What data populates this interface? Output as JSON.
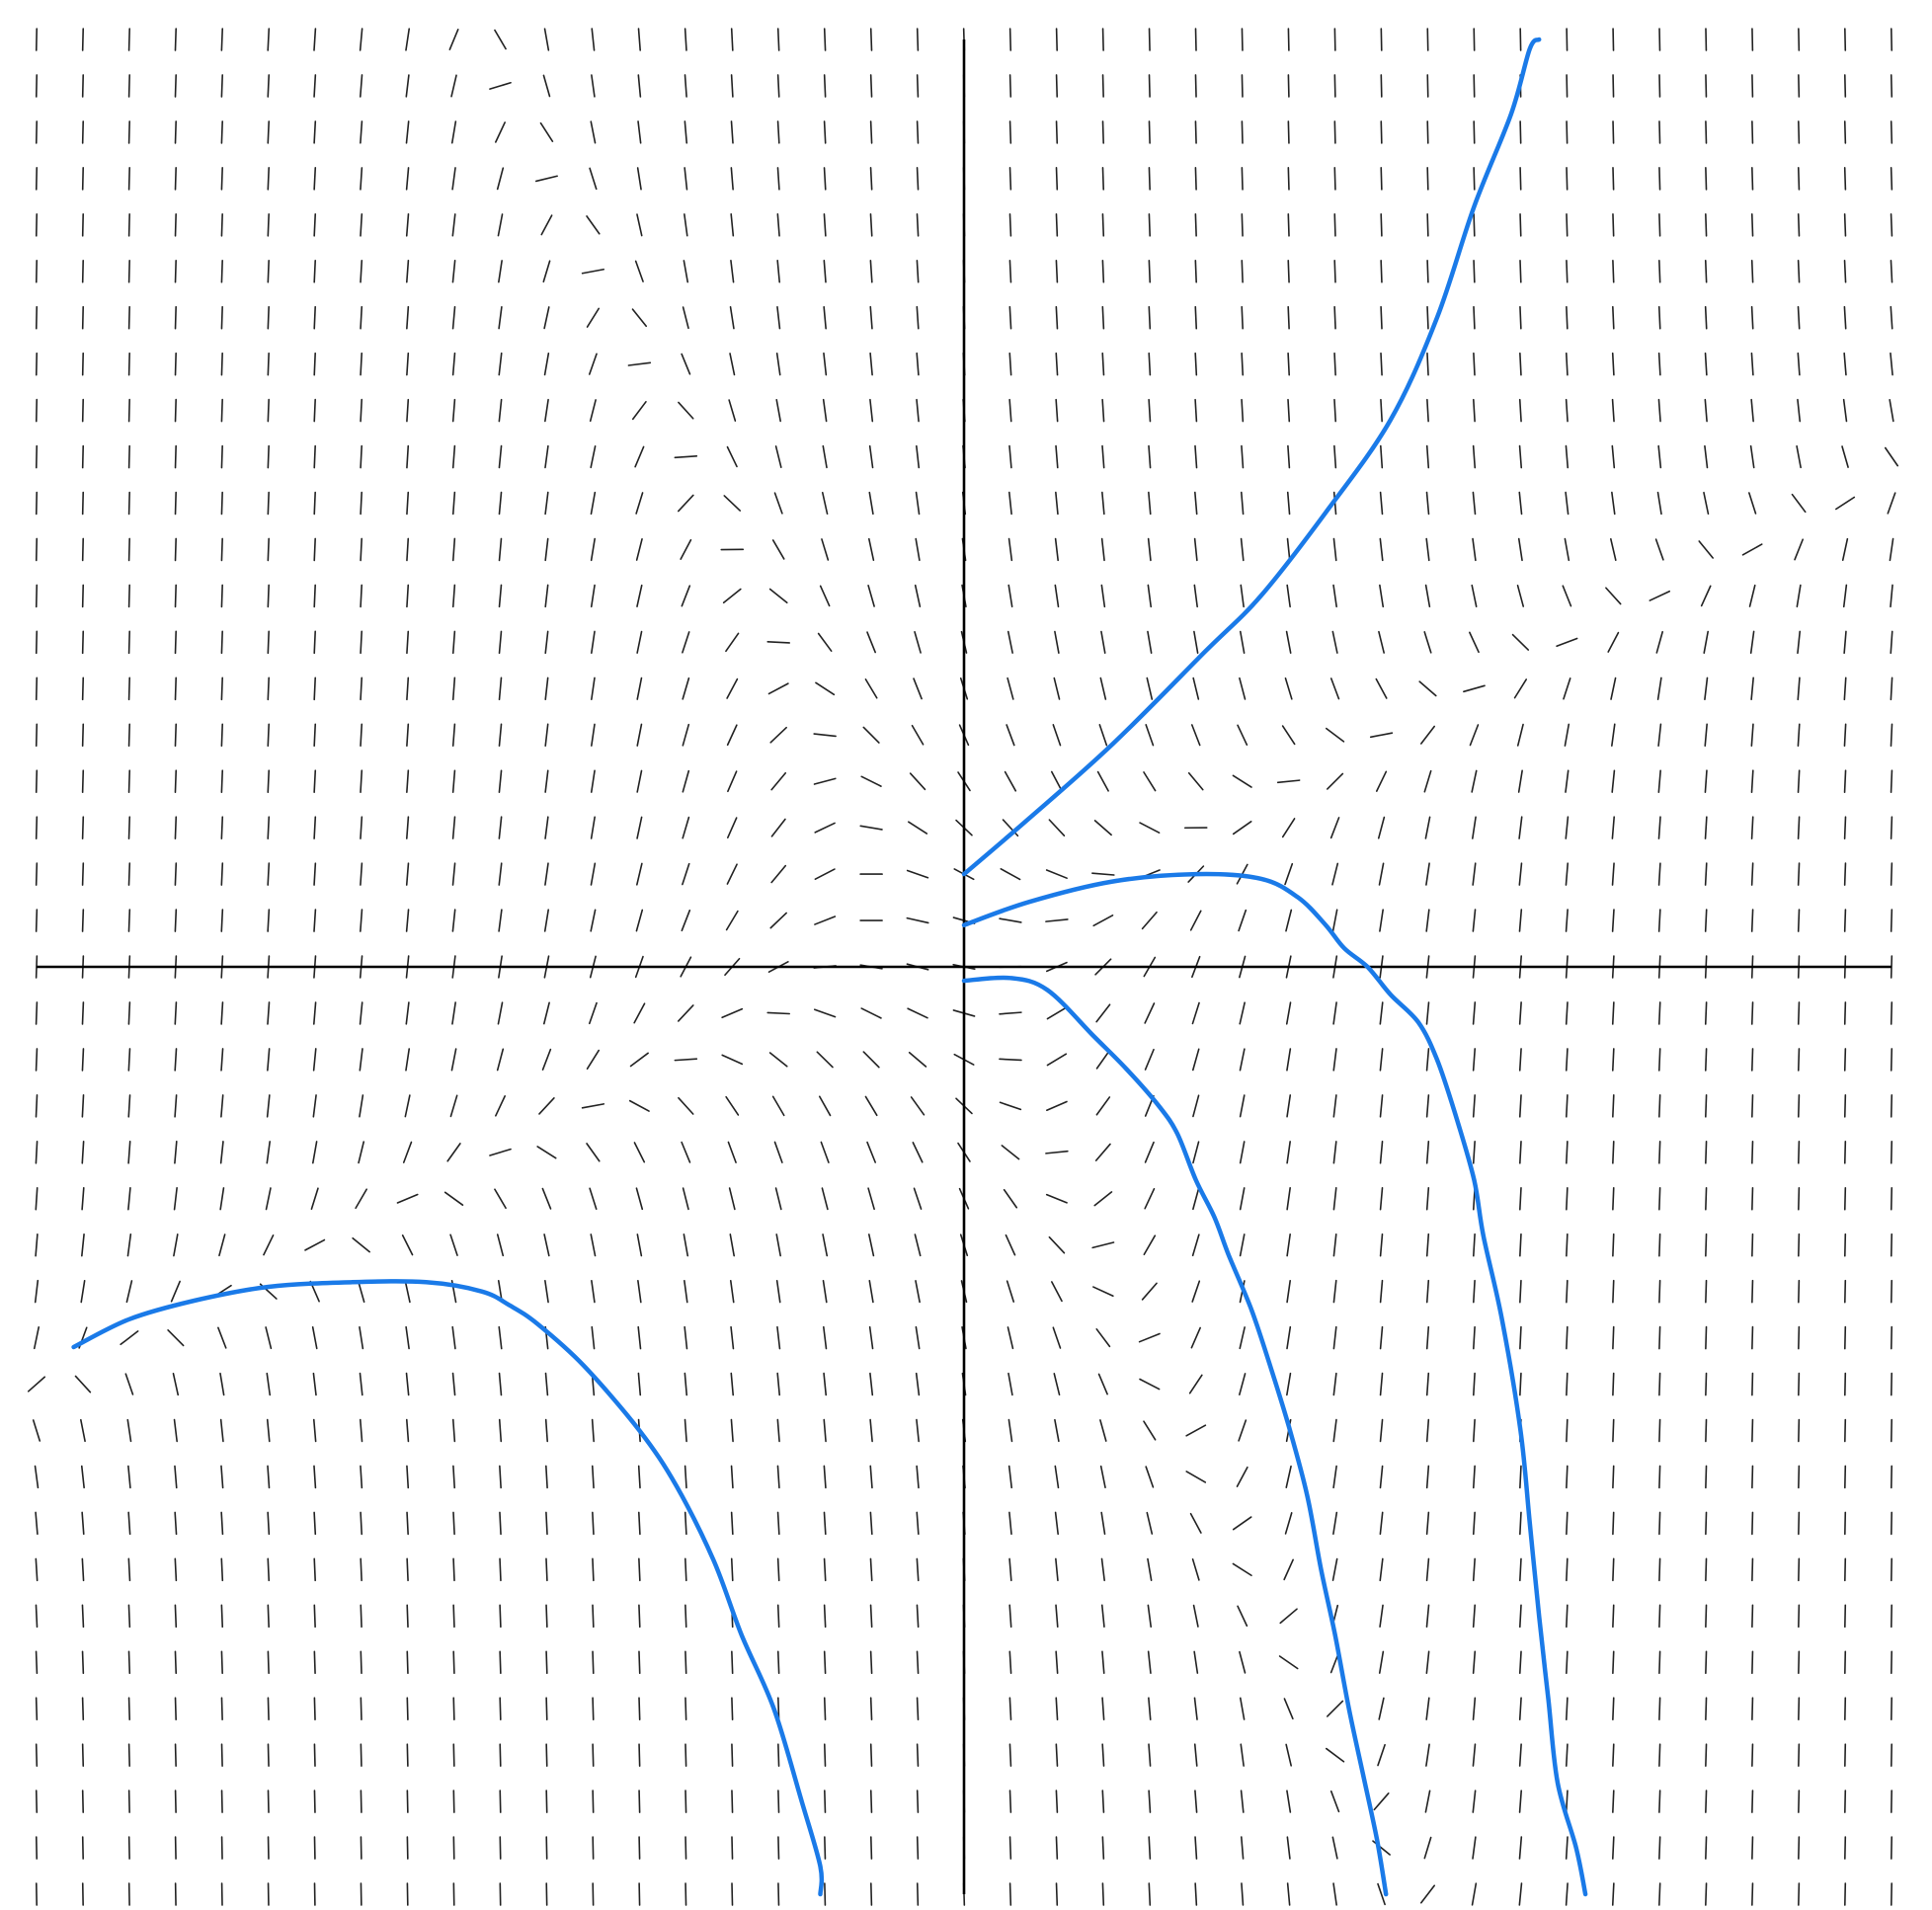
{
  "chart_data": {
    "type": "slope-field",
    "title": "",
    "xlabel": "",
    "ylabel": "",
    "xlim": [
      -10,
      10
    ],
    "ylim": [
      -10,
      10
    ],
    "grid": false,
    "axes_through_origin": true,
    "field_grid": {
      "count_x": 41,
      "count_y": 41
    },
    "colors": {
      "segments": "#222222",
      "axes": "#000000",
      "solution_curves": "#1a7ae8",
      "background": "#ffffff"
    },
    "series": [
      {
        "points": [
          [
            0,
            1
          ],
          [
            0.7,
            1.6
          ],
          [
            1.6,
            2.4
          ],
          [
            2.6,
            3.4
          ],
          [
            3.2,
            4.0
          ],
          [
            3.9,
            4.9
          ],
          [
            4.6,
            5.9
          ],
          [
            5.1,
            7.0
          ],
          [
            5.5,
            8.2
          ],
          [
            5.9,
            9.2
          ],
          [
            6.1,
            9.9
          ],
          [
            6.2,
            10.0
          ]
        ]
      },
      {
        "points": [
          [
            0,
            0.45
          ],
          [
            0.7,
            0.7
          ],
          [
            1.6,
            0.92
          ],
          [
            2.5,
            1.0
          ],
          [
            3.2,
            0.95
          ],
          [
            3.6,
            0.75
          ],
          [
            3.9,
            0.45
          ],
          [
            4.1,
            0.2
          ],
          [
            4.35,
            0.0
          ],
          [
            4.6,
            -0.3
          ],
          [
            4.9,
            -0.6
          ],
          [
            5.1,
            -1.0
          ],
          [
            5.3,
            -1.6
          ],
          [
            5.5,
            -2.3
          ],
          [
            5.6,
            -2.9
          ],
          [
            5.8,
            -3.8
          ],
          [
            6.0,
            -5.0
          ],
          [
            6.1,
            -6.0
          ],
          [
            6.2,
            -7.0
          ],
          [
            6.3,
            -7.9
          ],
          [
            6.4,
            -8.8
          ],
          [
            6.6,
            -9.5
          ],
          [
            6.7,
            -10.0
          ]
        ]
      },
      {
        "points": [
          [
            0,
            -0.15
          ],
          [
            0.5,
            -0.12
          ],
          [
            0.9,
            -0.25
          ],
          [
            1.4,
            -0.75
          ],
          [
            1.75,
            -1.1
          ],
          [
            2.1,
            -1.5
          ],
          [
            2.3,
            -1.8
          ],
          [
            2.5,
            -2.3
          ],
          [
            2.7,
            -2.7
          ],
          [
            2.85,
            -3.1
          ],
          [
            3.1,
            -3.7
          ],
          [
            3.3,
            -4.3
          ],
          [
            3.5,
            -4.95
          ],
          [
            3.7,
            -5.7
          ],
          [
            3.85,
            -6.5
          ],
          [
            4.0,
            -7.2
          ],
          [
            4.15,
            -8.0
          ],
          [
            4.3,
            -8.7
          ],
          [
            4.45,
            -9.4
          ],
          [
            4.55,
            -10.0
          ]
        ]
      },
      {
        "points": [
          [
            -9.6,
            -4.1
          ],
          [
            -9.0,
            -3.8
          ],
          [
            -8.3,
            -3.6
          ],
          [
            -7.5,
            -3.45
          ],
          [
            -6.6,
            -3.4
          ],
          [
            -5.8,
            -3.4
          ],
          [
            -5.2,
            -3.5
          ],
          [
            -4.9,
            -3.65
          ],
          [
            -4.6,
            -3.85
          ],
          [
            -4.1,
            -4.3
          ],
          [
            -3.5,
            -5.0
          ],
          [
            -3.1,
            -5.6
          ],
          [
            -2.7,
            -6.4
          ],
          [
            -2.4,
            -7.2
          ],
          [
            -2.05,
            -8.0
          ],
          [
            -1.75,
            -9.0
          ],
          [
            -1.55,
            -9.7
          ],
          [
            -1.55,
            -10.0
          ]
        ]
      }
    ]
  }
}
